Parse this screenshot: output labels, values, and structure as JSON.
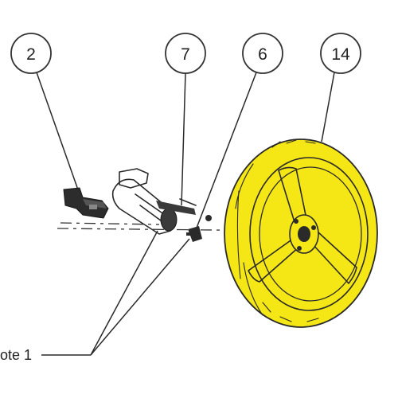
{
  "callouts": [
    {
      "id": "part-2",
      "label": "2"
    },
    {
      "id": "part-7",
      "label": "7"
    },
    {
      "id": "part-6",
      "label": "6"
    },
    {
      "id": "part-14",
      "label": "14"
    }
  ],
  "note": {
    "label": "ote 1"
  },
  "colors": {
    "highlight": "#f5e616",
    "ink": "#2a2a2a",
    "background": "#ffffff"
  }
}
